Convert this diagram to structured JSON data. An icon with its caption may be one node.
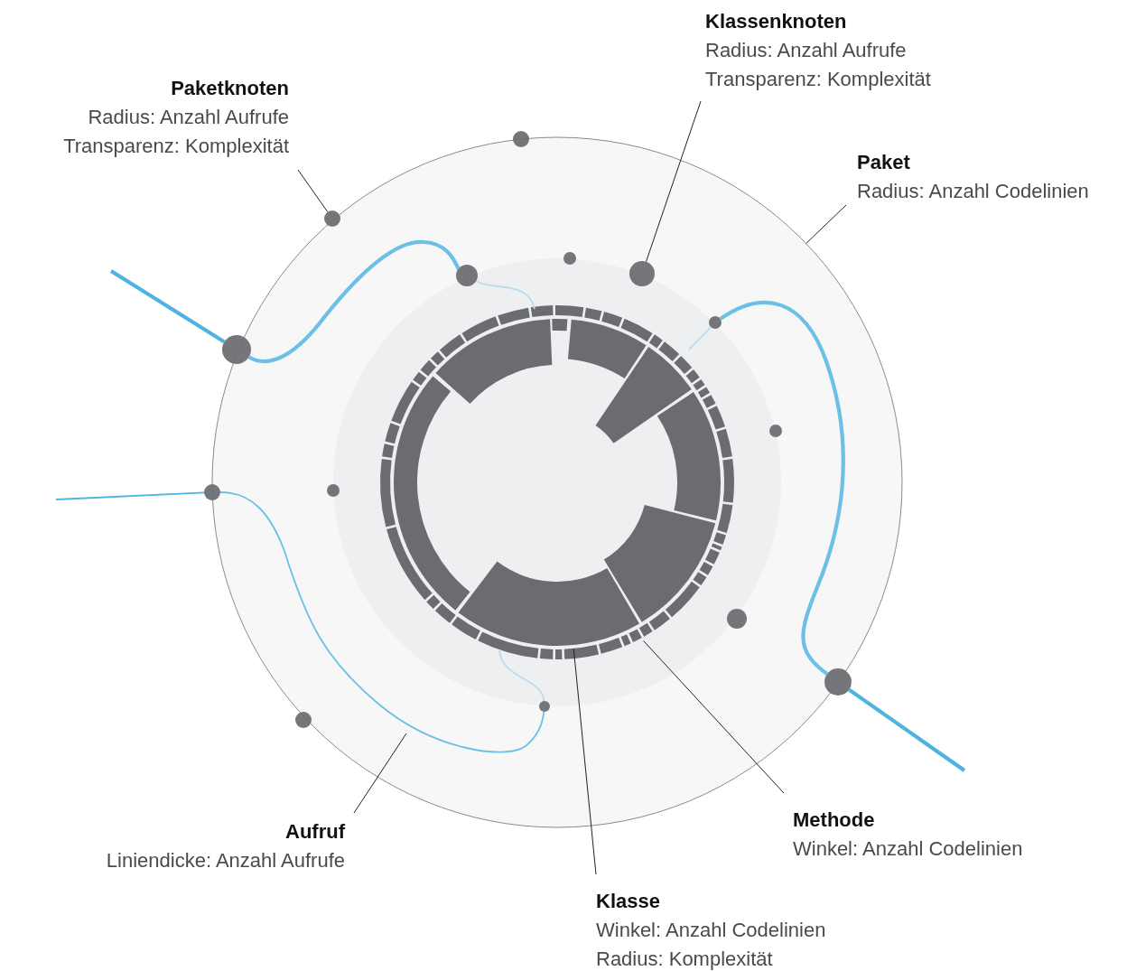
{
  "diagram": {
    "nodes": [
      {
        "text": [
          "Paketknoten",
          "Radius: Anzahl Aufrufe",
          "Transparenz: Komplexität"
        ]
      },
      {
        "text": [],
        "shape": "circle"
      },
      {
        "text": [
          "Klassenknoten",
          "Radius: Anzahl Aufrufe",
          "Transparenz: Komplexität"
        ]
      },
      {
        "text": [],
        "shape": "circle",
        "in": 5
      },
      {
        "text": [
          "Paket",
          "Radius: Anzahl Codelinien"
        ]
      },
      {
        "text": [],
        "shape": "circle"
      },
      {
        "text": [
          "Methode",
          "Winkel: Anzahl Codelinien"
        ]
      },
      {
        "text": [],
        "shape": "arc",
        "in": 5
      },
      {
        "text": [
          "Klasse",
          "Winkel: Anzahl Codelinien",
          "Radius: Komplexität"
        ]
      },
      {
        "text": [],
        "shape": "arc",
        "in": 5
      },
      {
        "text": [
          "Aufruf",
          "Liniendicke: Anzahl Aufrufe"
        ]
      },
      {
        "text": [],
        "shape": "circle"
      },
      {
        "text": [],
        "shape": "circle",
        "in": 5
      },
      {
        "text": [],
        "shape": "circle",
        "in": 5
      },
      {
        "text": [],
        "shape": "circle",
        "in": 5
      },
      {
        "text": [],
        "shape": "circle"
      },
      {
        "text": [],
        "shape": "circle",
        "in": 5
      },
      {
        "text": [],
        "shape": "circle",
        "in": 5
      },
      {
        "text": [],
        "shape": "circle"
      },
      {
        "text": [],
        "shape": "circle",
        "in": 5
      },
      {
        "text": [],
        "shape": "circle"
      },
      {
        "text": [],
        "shape": "circle",
        "in": 5
      },
      {
        "text": [],
        "shape": "circle"
      }
    ],
    "edges": [
      {
        "from": 0,
        "to": 1,
        "arrow": "none"
      },
      {
        "from": 2,
        "to": 3,
        "arrow": "none"
      },
      {
        "from": 4,
        "to": 5,
        "arrow": "none"
      },
      {
        "from": 6,
        "to": 7,
        "arrow": "none"
      },
      {
        "from": 8,
        "to": 9,
        "arrow": "none"
      },
      {
        "from": 10,
        "to": null,
        "arrow": "none"
      },
      {
        "from": null,
        "to": 15,
        "arrow": "none",
        "style": "thick",
        "color": "#4db3e0"
      },
      {
        "from": 15,
        "to": 13,
        "arrow": "none",
        "style": "thick",
        "color": "#6cc0e5"
      },
      {
        "from": 13,
        "to": null,
        "arrow": "none",
        "color": "#b9dcee"
      },
      {
        "from": null,
        "to": 20,
        "arrow": "none",
        "style": "thick",
        "color": "#4db3e0"
      },
      {
        "from": 20,
        "to": 14,
        "arrow": "none",
        "style": "thick",
        "color": "#6cc0e5"
      },
      {
        "from": 14,
        "to": null,
        "arrow": "none",
        "color": "#b9dcee"
      },
      {
        "from": null,
        "to": 18,
        "arrow": "none",
        "color": "#4db3e0"
      },
      {
        "from": 18,
        "to": 21,
        "arrow": "none",
        "color": "#6cc0e5"
      },
      {
        "from": 21,
        "to": null,
        "arrow": "none",
        "color": "#b9dcee"
      }
    ]
  }
}
